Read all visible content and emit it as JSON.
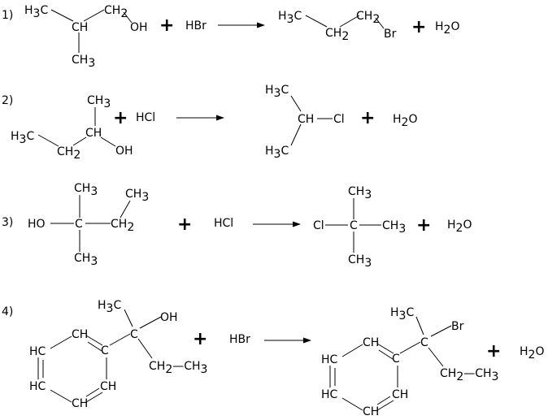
{
  "reactions": [
    {
      "number": "1)",
      "reactant": "",
      "reagent": "HBr",
      "product_side": "H2O"
    },
    {
      "number": "2)",
      "reagent": "HCl",
      "product_side": "H2O"
    },
    {
      "number": "3)",
      "reagent": "HCl",
      "product_side": "H2O"
    },
    {
      "number": "4)",
      "reagent": "HBr",
      "product_side": "H2O"
    }
  ],
  "labels": {
    "H": "H",
    "C": "C",
    "CH": "CH",
    "CH2": "CH",
    "HC": "HC",
    "OH": "OH",
    "HO": "HO",
    "Br": "Br",
    "Cl": "Cl",
    "H2O_H": "H",
    "H2O_O": "O",
    "sub2": "2",
    "sub3": "3",
    "plus": "+"
  }
}
